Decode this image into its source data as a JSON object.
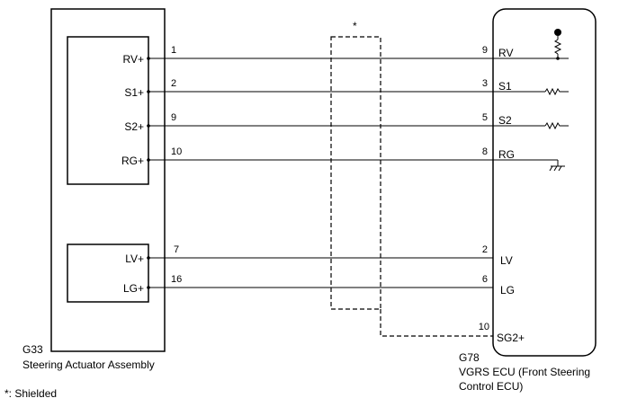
{
  "left_component": {
    "code": "G33",
    "name": "Steering Actuator Assembly",
    "terminals": [
      {
        "label": "RV+",
        "pin": "1"
      },
      {
        "label": "S1+",
        "pin": "2"
      },
      {
        "label": "S2+",
        "pin": "9"
      },
      {
        "label": "RG+",
        "pin": "10"
      },
      {
        "label": "LV+",
        "pin": "7"
      },
      {
        "label": "LG+",
        "pin": "16"
      }
    ]
  },
  "right_component": {
    "code": "G78",
    "name_line1": "VGRS ECU (Front Steering",
    "name_line2": "Control ECU)",
    "terminals": [
      {
        "label": "RV",
        "pin": "9"
      },
      {
        "label": "S1",
        "pin": "3"
      },
      {
        "label": "S2",
        "pin": "5"
      },
      {
        "label": "RG",
        "pin": "8"
      },
      {
        "label": "LV",
        "pin": "2"
      },
      {
        "label": "LG",
        "pin": "6"
      },
      {
        "label": "SG2+",
        "pin": "10"
      }
    ]
  },
  "shield": {
    "marker": "*",
    "note": "*: Shielded"
  },
  "icons": [
    "pull-up-resistor-icon",
    "resistor-icon",
    "ground-icon"
  ]
}
